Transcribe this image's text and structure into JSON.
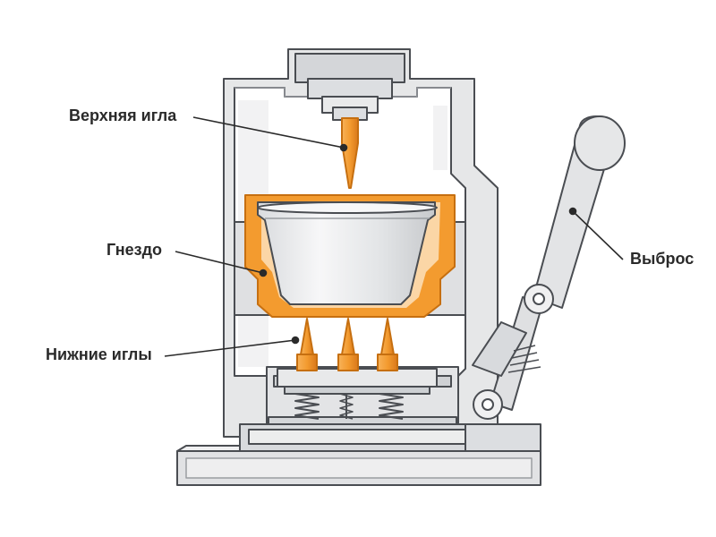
{
  "labels": {
    "upper_needle": "Верхняя игла",
    "nest": "Гнездо",
    "lower_needles": "Нижние иглы",
    "eject": "Выброс"
  },
  "colors": {
    "accent": "#f39b2f",
    "accent_dark": "#c66f10",
    "body_fill": "#e6e7e8",
    "body_light": "#f2f2f3",
    "body_dark": "#b9bbbe",
    "outline": "#4a4d52",
    "text": "#2a2a2a"
  }
}
